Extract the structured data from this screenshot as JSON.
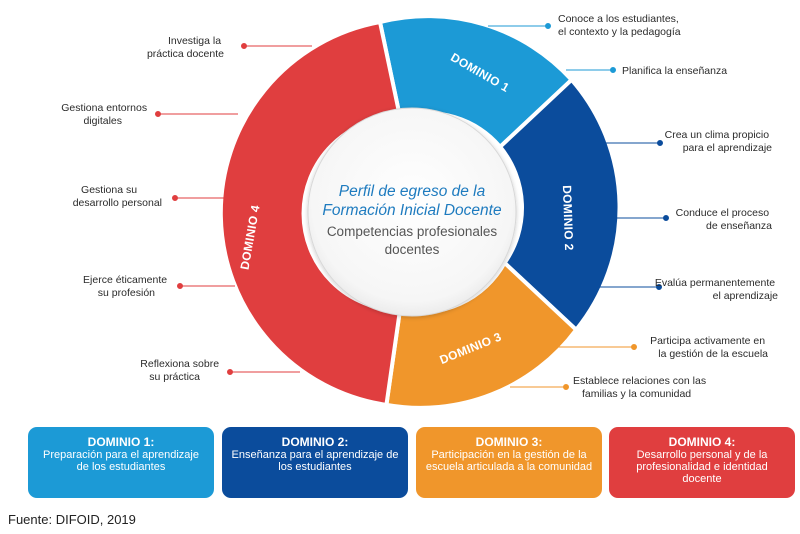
{
  "center": {
    "title_line1": "Perfil de egreso de la",
    "title_line2": "Formación Inicial Docente",
    "subtitle_line1": "Competencias profesionales",
    "subtitle_line2": "docentes"
  },
  "ring": {
    "dominio1": "DOMINIO 1",
    "dominio2": "DOMINIO 2",
    "dominio3": "DOMINIO 3",
    "dominio4": "DOMINIO 4"
  },
  "competencias": {
    "d1a": [
      "Conoce a los estudiantes,",
      "el contexto y la pedagogía"
    ],
    "d1b": [
      "Planifica la enseñanza"
    ],
    "d2a": [
      "Crea un clima propicio",
      "para el aprendizaje"
    ],
    "d2b": [
      "Conduce el proceso",
      "de enseñanza"
    ],
    "d2c": [
      "Evalúa permanentemente",
      "el aprendizaje"
    ],
    "d3a": [
      "Participa activamente en",
      "la gestión de la escuela"
    ],
    "d3b": [
      "Establece relaciones con las",
      "familias y la comunidad"
    ],
    "d4a": [
      "Investiga la",
      "práctica docente"
    ],
    "d4b": [
      "Gestiona entornos",
      "digitales"
    ],
    "d4c": [
      "Gestiona su",
      "desarrollo personal"
    ],
    "d4d": [
      "Ejerce éticamente",
      "su profesión"
    ],
    "d4e": [
      "Reflexiona sobre",
      "su práctica"
    ]
  },
  "boxes": [
    {
      "title": "DOMINIO 1:",
      "desc": "Preparación para el aprendizaje de los estudiantes"
    },
    {
      "title": "DOMINIO 2:",
      "desc": "Enseñanza para el aprendizaje de los estudiantes"
    },
    {
      "title": "DOMINIO 3:",
      "desc": "Participación en la gestión de la escuela articulada a la comunidad"
    },
    {
      "title": "DOMINIO 4:",
      "desc": "Desarrollo personal y de la profesionalidad e identidad docente"
    }
  ],
  "source": "Fuente: DIFOID, 2019",
  "colors": {
    "dominio1": "#1c9ad6",
    "dominio2": "#0b4c9c",
    "dominio3": "#f0962b",
    "dominio4": "#e03e3f"
  }
}
